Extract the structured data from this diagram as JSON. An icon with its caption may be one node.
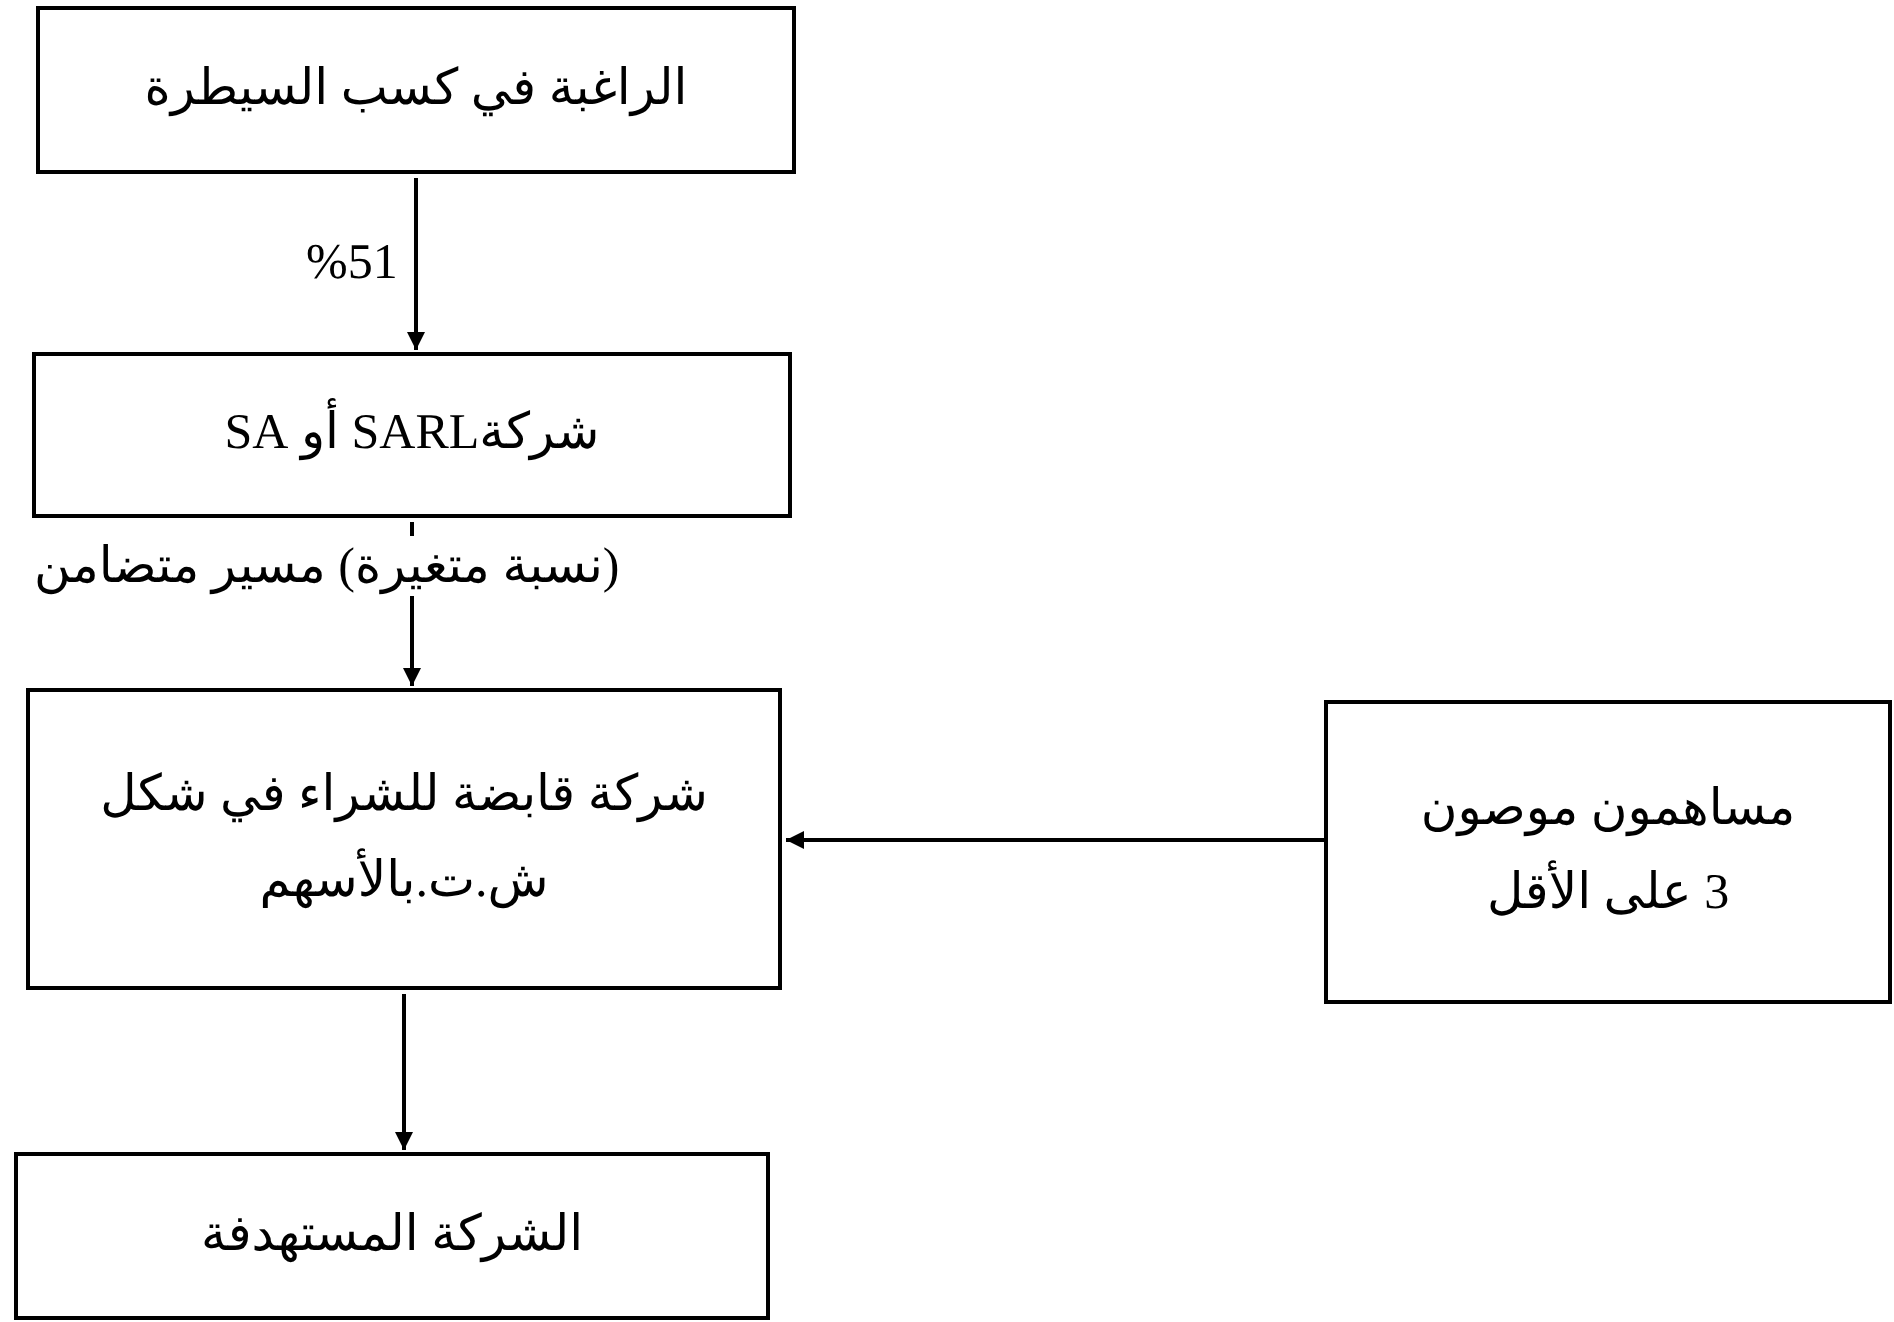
{
  "diagram": {
    "nodes": [
      {
        "text": [
          "الراغبة في كسب السيطرة"
        ]
      },
      {
        "text": [
          "شركةSARL أو SA"
        ]
      },
      {
        "text": [
          "شركة قابضة للشراء في شكل ش.ت.بالأسهم"
        ]
      },
      {
        "text": [
          "مساهمون موصون 3 على الأقل"
        ]
      },
      {
        "text": [
          "الشركة المستهدفة"
        ]
      }
    ],
    "edges": [
      {
        "from": 0,
        "to": 1,
        "arrow": "to",
        "label": "%51"
      },
      {
        "from": 1,
        "to": 2,
        "arrow": "to",
        "label": "(نسبة متغيرة) مسير متضامن"
      },
      {
        "from": 3,
        "to": 2,
        "arrow": "to"
      },
      {
        "from": 2,
        "to": 4,
        "arrow": "to"
      }
    ]
  }
}
